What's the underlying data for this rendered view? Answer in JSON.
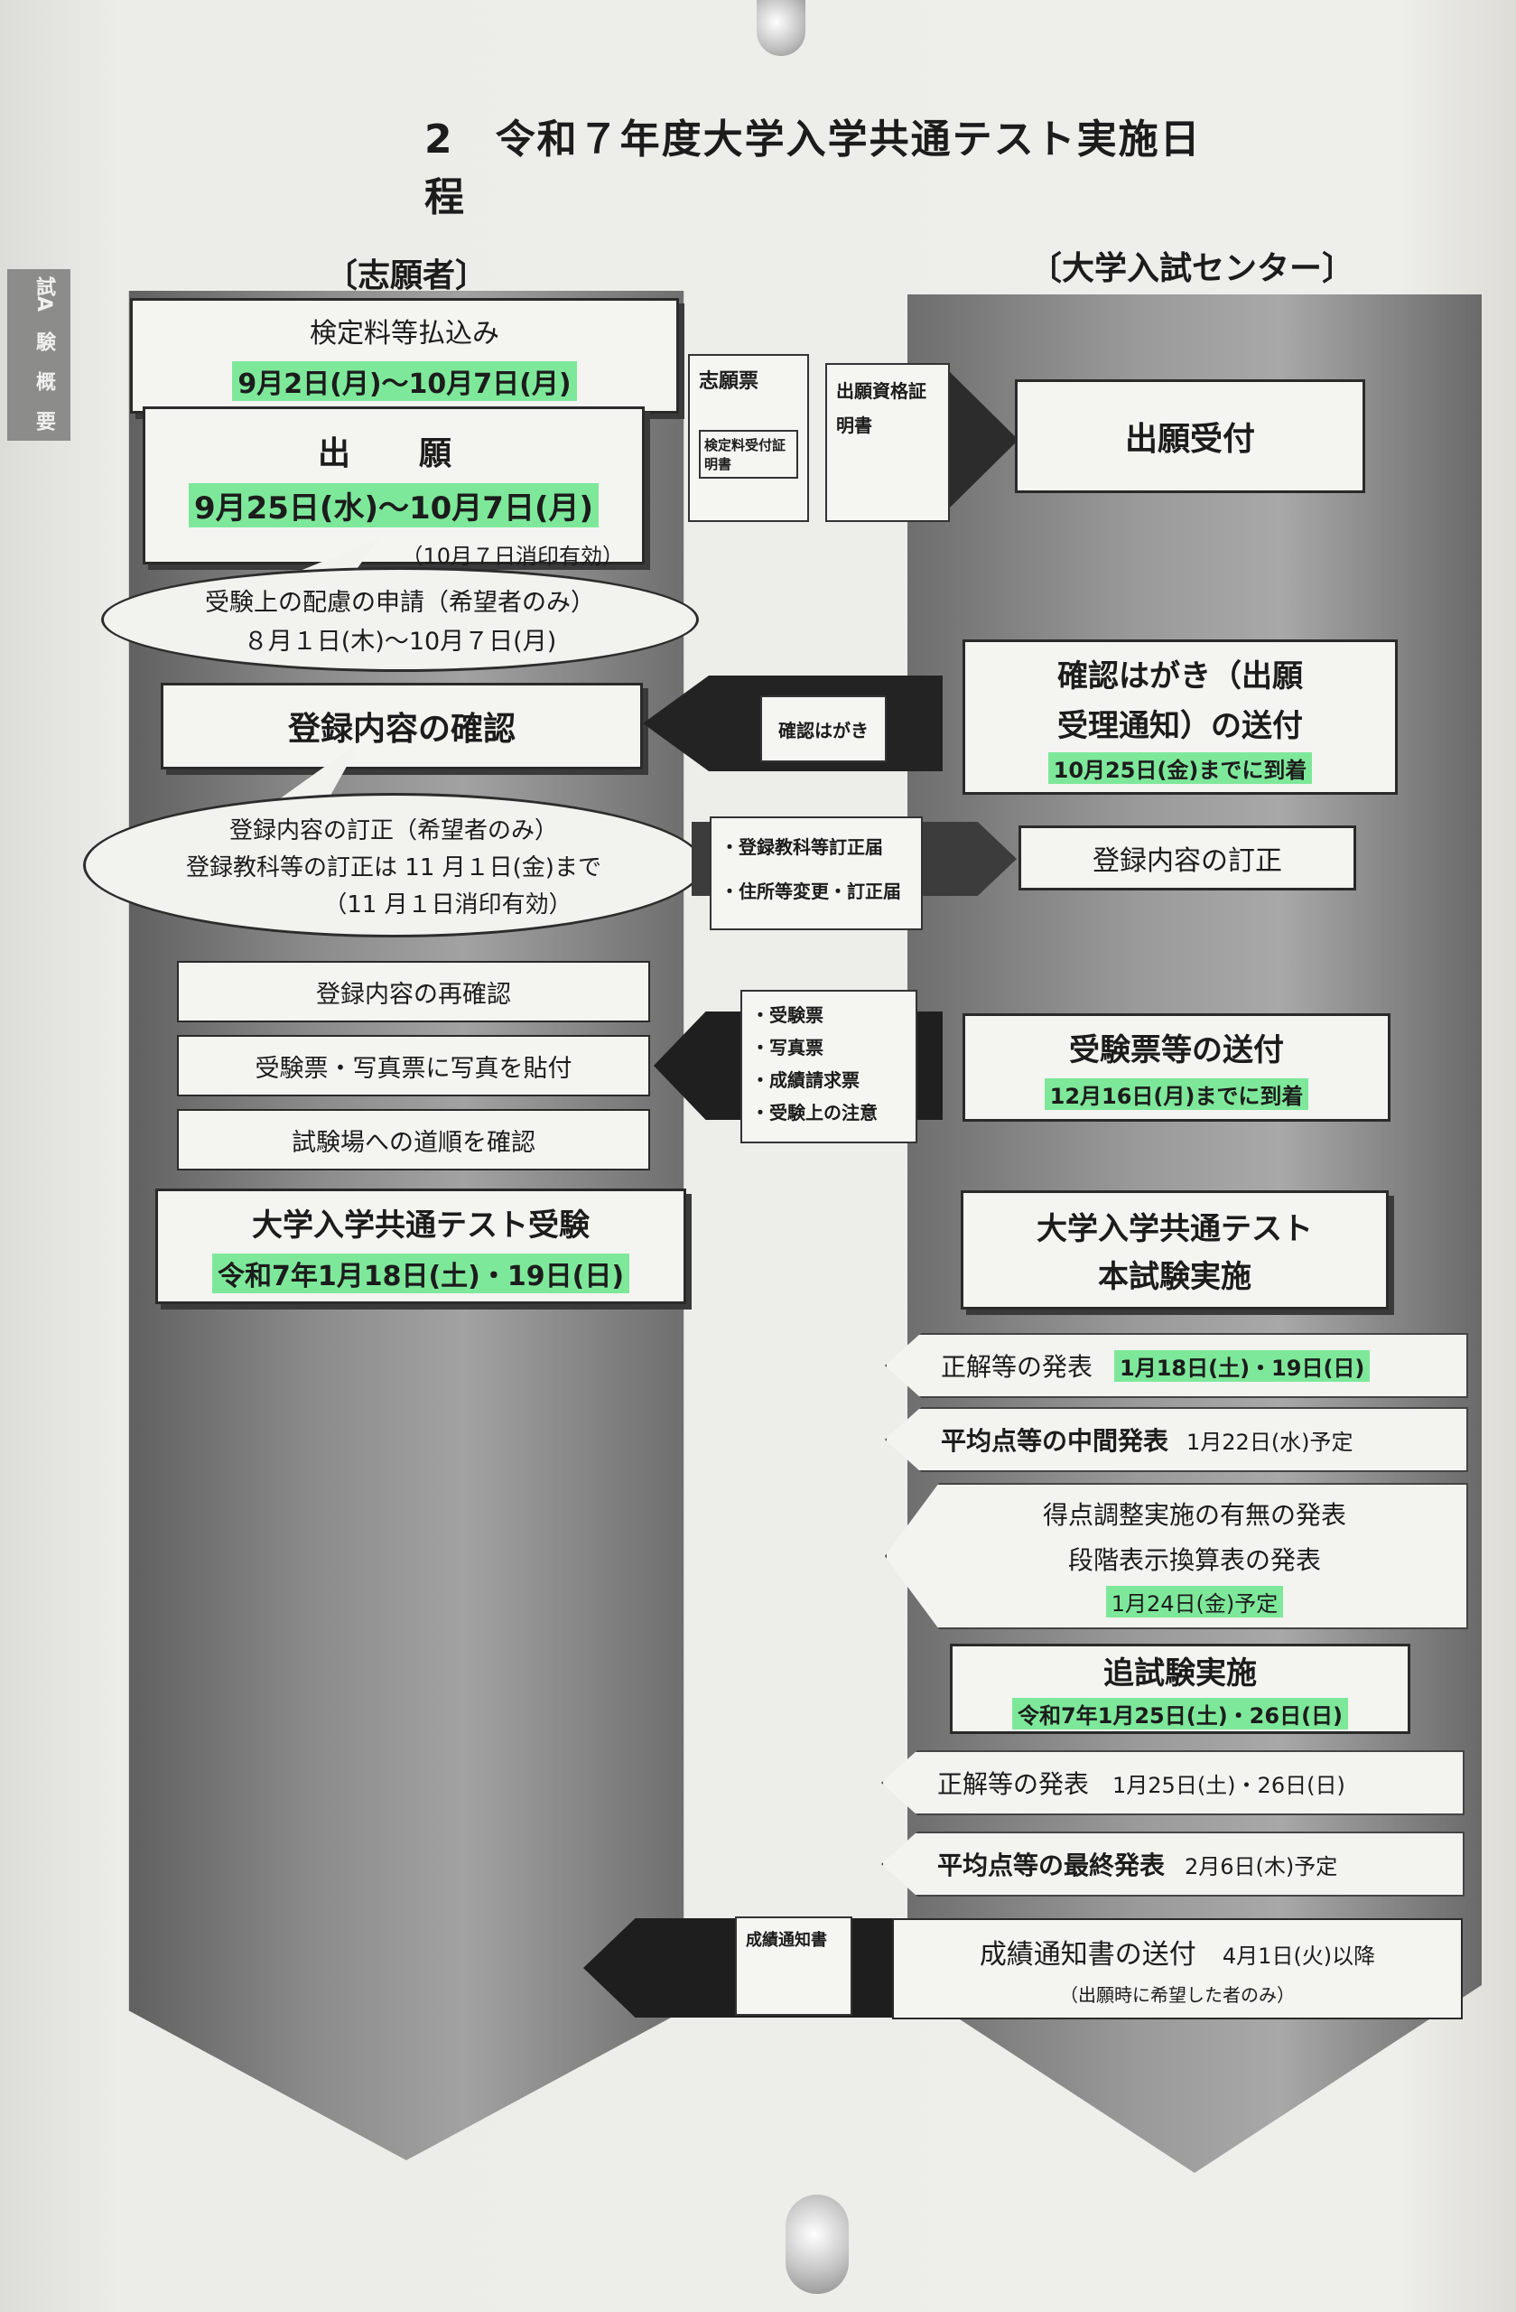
{
  "title": "2　令和７年度大学入学共通テスト実施日程",
  "side_tab": "試A　験　概　要",
  "columns": {
    "left": "〔志願者〕",
    "right": "〔大学入試センター〕"
  },
  "left": {
    "fee_title": "検定料等払込み",
    "fee_date": "9月2日(月)〜10月7日(月)",
    "apply_title": "出　願",
    "apply_date": "9月25日(水)〜10月7日(月)",
    "apply_note": "（10月７日消印有効）",
    "consideration_line1": "受験上の配慮の申請（希望者のみ）",
    "consideration_line2": "８月１日(木)〜10月７日(月)",
    "confirm": "登録内容の確認",
    "correction_line1": "登録内容の訂正（希望者のみ）",
    "correction_line2": "登録教科等の訂正は 11 月１日(金)まで",
    "correction_line3": "（11 月１日消印有効）",
    "reconfirm": "登録内容の再確認",
    "photo": "受験票・写真票に写真を貼付",
    "route": "試験場への道順を確認",
    "exam_title": "大学入学共通テスト受験",
    "exam_date": "令和7年1月18日(土)・19日(日)"
  },
  "middle": {
    "shiganhyo": "志願票",
    "receipt": "検定料受付証明書",
    "qualification": "出願資格証明書",
    "postcard": "確認はがき",
    "corr_form1": "・登録教科等訂正届",
    "corr_form2": "・住所等変更・訂正届",
    "ticket_items": [
      "・受験票",
      "・写真票",
      "・成績請求票",
      "・受験上の注意"
    ],
    "score_notice": "成績通知書"
  },
  "right": {
    "reception": "出願受付",
    "postcard_line1": "確認はがき（出願",
    "postcard_line2": "受理通知）の送付",
    "postcard_date": "10月25日(金)までに到着",
    "correction": "登録内容の訂正",
    "ticket_title": "受験票等の送付",
    "ticket_date": "12月16日(月)までに到着",
    "main_line1": "大学入学共通テスト",
    "main_line2": "本試験実施",
    "answers1_label": "正解等の発表",
    "answers1_date": "1月18日(土)・19日(日)",
    "mid_avg_label": "平均点等の中間発表",
    "mid_avg_date": "1月22日(水)予定",
    "adjust_line1": "得点調整実施の有無の発表",
    "adjust_line2": "段階表示換算表の発表",
    "adjust_date": "1月24日(金)予定",
    "makeup_title": "追試験実施",
    "makeup_date": "令和7年1月25日(土)・26日(日)",
    "answers2_label": "正解等の発表",
    "answers2_date": "1月25日(土)・26日(日)",
    "final_avg_label": "平均点等の最終発表",
    "final_avg_date": "2月6日(木)予定",
    "score_label": "成績通知書の送付",
    "score_date": "4月1日(火)以降",
    "score_note": "（出願時に希望した者のみ）"
  }
}
